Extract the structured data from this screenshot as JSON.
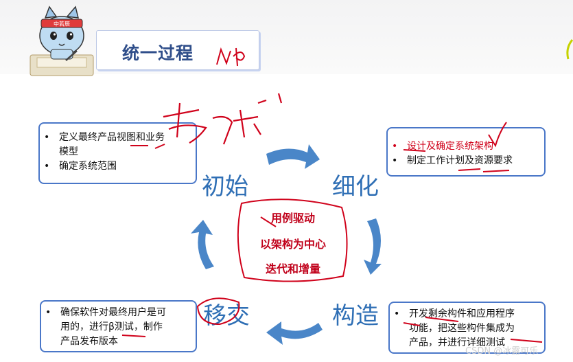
{
  "header": {
    "title": "统一过程",
    "headband_text": "中若辰"
  },
  "phases": {
    "inception": "初始",
    "elaboration": "细化",
    "construction": "构造",
    "transition": "移交"
  },
  "boxes": {
    "inception": [
      "定义最终产品视图和业务",
      "模型",
      "确定系统范围"
    ],
    "elaboration": [
      "设计及确定系统架构",
      "制定工作计划及资源要求"
    ],
    "construction": [
      "开发剩余构件和应用程序",
      "功能，把这些构件集成为",
      "产品，并进行详细测试"
    ],
    "transition": [
      "确保软件对最终用户是可",
      "用的，进行β测试，制作",
      "产品发布版本"
    ]
  },
  "center": {
    "line1": "用例驱动",
    "line2": "以架构为中心",
    "line3": "迭代和增量"
  },
  "watermark": "CSDN @冰露可乐",
  "colors": {
    "accent_blue": "#2f6fb5",
    "arrow_blue": "#4a86c8",
    "annotation_red": "#d0021b"
  }
}
